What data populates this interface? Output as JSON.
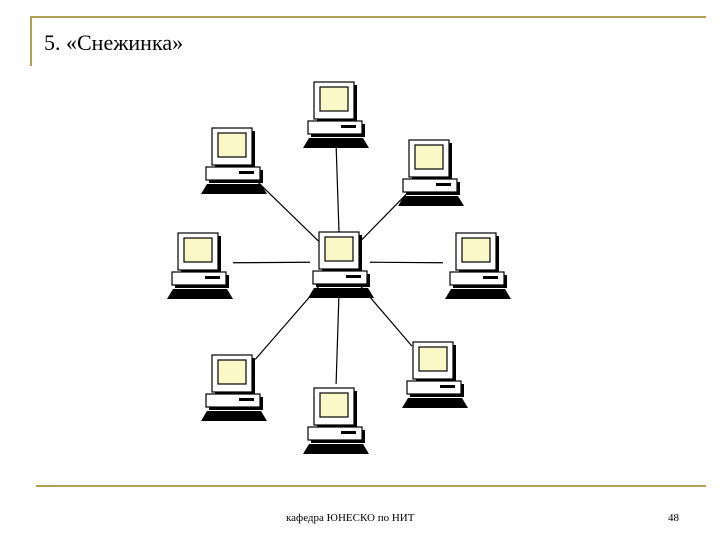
{
  "slide": {
    "title": "5. «Снежинка»",
    "footer": "кафедра ЮНЕСКО по НИТ",
    "page_number": "48"
  },
  "diagram": {
    "center_node": "computer-icon",
    "peripheral_nodes": [
      "computer-icon",
      "computer-icon",
      "computer-icon",
      "computer-icon",
      "computer-icon",
      "computer-icon",
      "computer-icon",
      "computer-icon"
    ],
    "colors": {
      "accent": "#b5a05a",
      "screen": "#fbf8c8",
      "device": "#ffffff",
      "outline": "#000000",
      "shadow": "#000000",
      "link": "#000000"
    }
  }
}
